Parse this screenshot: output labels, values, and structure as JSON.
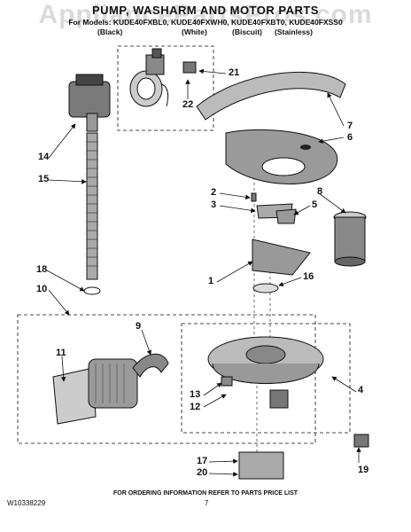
{
  "header": {
    "watermark": "AppliancePartsPros.com",
    "title": "PUMP, WASHARM AND MOTOR PARTS",
    "models_line": "For Models: KUDE40FXBL0, KUDE40FXWH0, KUDE40FXBT0, KUDE40FXSS0",
    "colors": [
      "(Black)",
      "(White)",
      "(Biscuit)",
      "(Stainless)"
    ]
  },
  "callouts": [
    "21",
    "22",
    "7",
    "6",
    "14",
    "15",
    "2",
    "3",
    "8",
    "5",
    "1",
    "16",
    "18",
    "10",
    "9",
    "11",
    "13",
    "12",
    "4",
    "17",
    "20",
    "19"
  ],
  "footer": {
    "ordering_note": "FOR ORDERING INFORMATION REFER TO PARTS PRICE LIST",
    "doc_number": "W10338229",
    "page_number": "7"
  },
  "colors_used": {
    "line": "#111111",
    "part_fill": "#9a9a9a",
    "part_dark": "#4a4a4a",
    "watermark": "#969696"
  }
}
